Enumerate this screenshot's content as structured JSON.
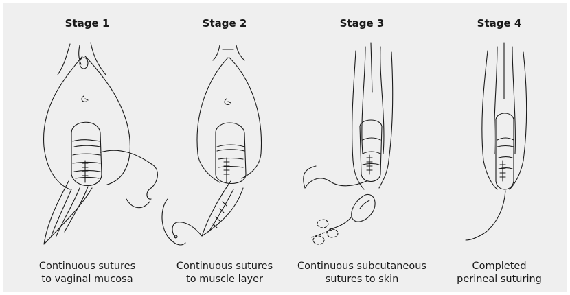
{
  "figure": {
    "line_color": "#1b1b1b",
    "background": "#efefef",
    "stages": [
      {
        "title": "Stage 1",
        "caption_lines": [
          "Continuous sutures",
          "to vaginal mucosa"
        ]
      },
      {
        "title": "Stage 2",
        "caption_lines": [
          "Continuous sutures",
          "to muscle layer"
        ]
      },
      {
        "title": "Stage 3",
        "caption_lines": [
          "Continuous subcutaneous",
          "sutures to skin"
        ]
      },
      {
        "title": "Stage 4",
        "caption_lines": [
          "Completed",
          "perineal suturing"
        ]
      }
    ]
  }
}
